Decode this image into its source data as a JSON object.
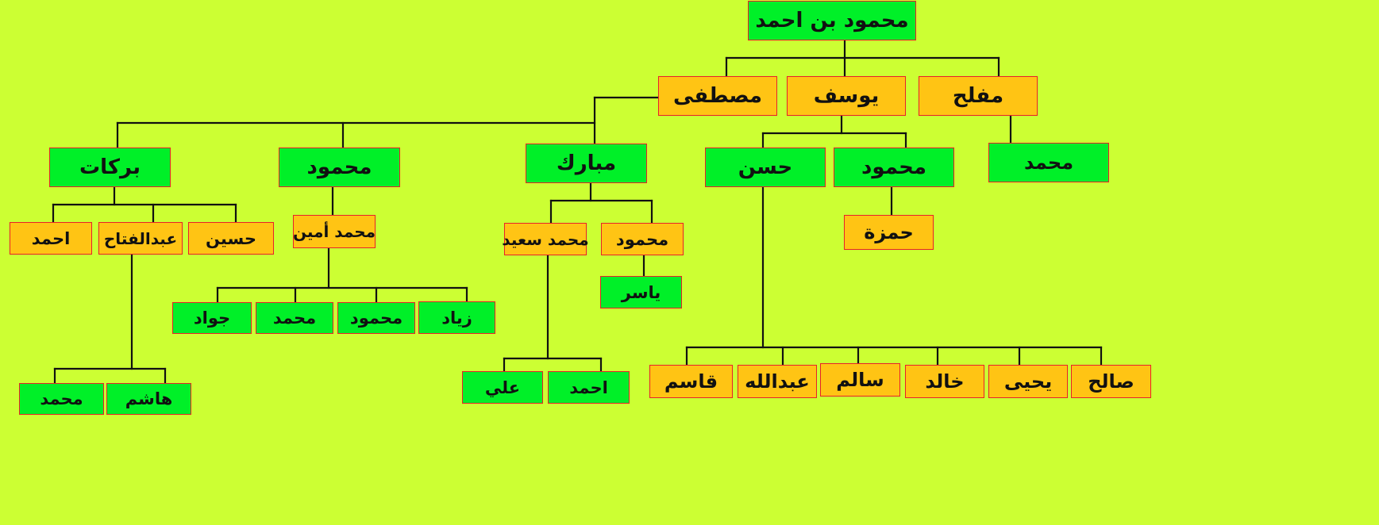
{
  "colors": {
    "background": "#ccff33",
    "green_node": "#00f028",
    "gold_node": "#ffc414",
    "node_border": "#e8202a",
    "line": "#111111"
  },
  "tree": {
    "root": "محمود بن احمد",
    "n_mufleh": "مفلح",
    "n_yusuf": "يوسف",
    "n_mustafa": "مصطفى",
    "n_muhammad1": "محمد",
    "n_mahmoud1": "محمود",
    "n_hasan": "حسن",
    "n_mubarak": "مبارك",
    "n_mahmoud2": "محمود",
    "n_barakat": "بركات",
    "n_hamza": "حمزة",
    "n_salih": "صالح",
    "n_yahya": "يحيى",
    "n_khalid": "خالد",
    "n_salim": "سالم",
    "n_abdullah": "عبدالله",
    "n_qasim": "قاسم",
    "n_mahmoud3": "محمود",
    "n_yasir": "ياسر",
    "n_msaeed": "محمد سعيد",
    "n_ahmad2": "احمد",
    "n_ali": "علي",
    "n_mamin": "محمد أمين",
    "n_ziyad": "زياد",
    "n_mahmoud4": "محمود",
    "n_muhammad2": "محمد",
    "n_jawad": "جواد",
    "n_husain": "حسين",
    "n_abdulfattah": "عبدالفتاح",
    "n_ahmad1": "احمد",
    "n_hashim": "هاشم",
    "n_muhammad3": "محمد"
  }
}
